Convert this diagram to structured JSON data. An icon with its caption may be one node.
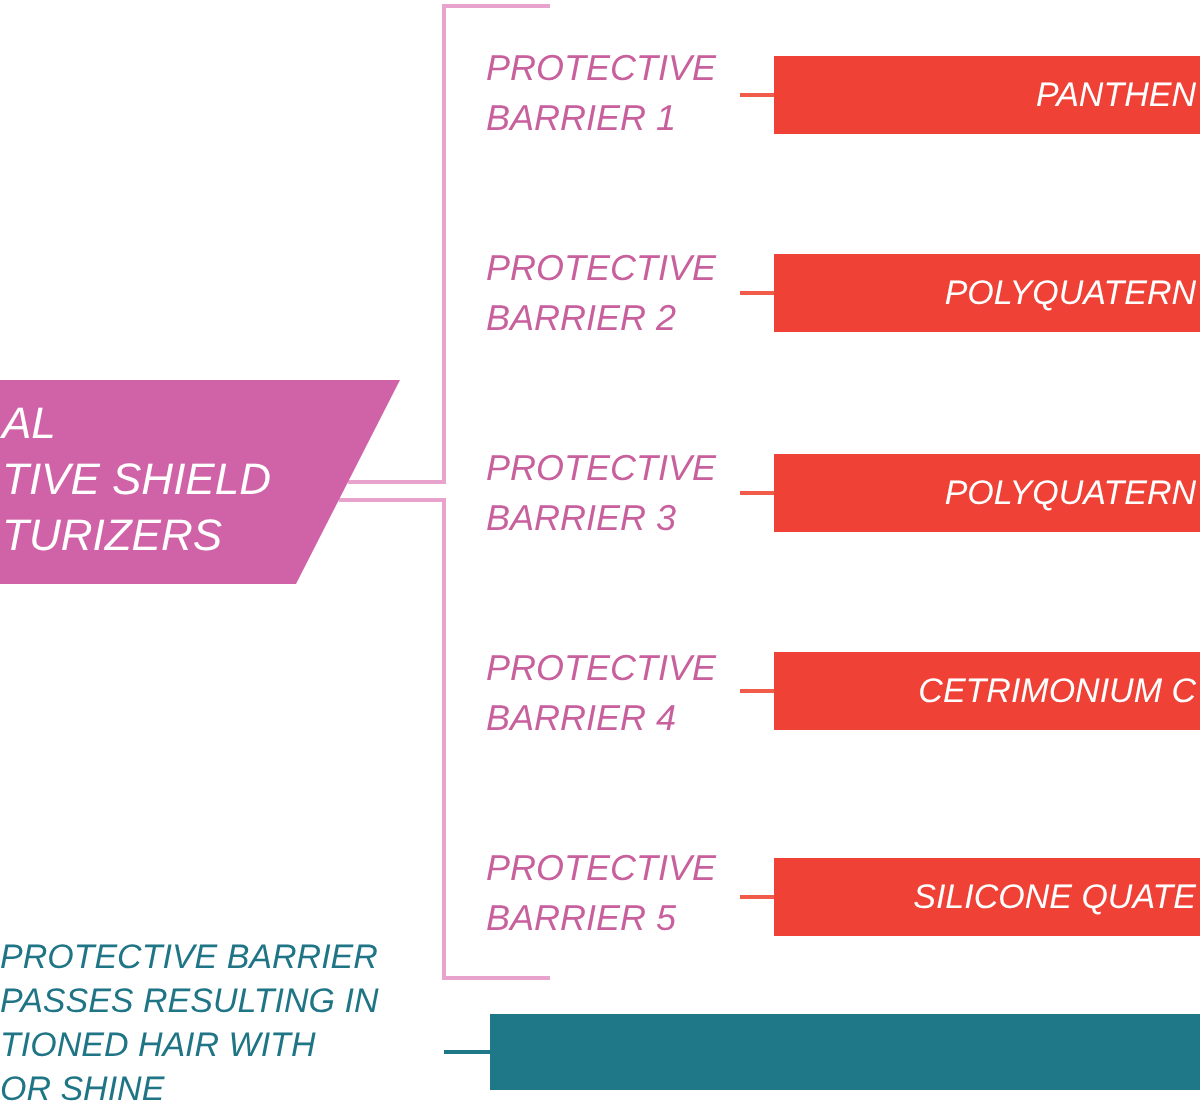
{
  "diagram": {
    "nodes": [
      {
        "text": [
          "AL",
          "TIVE SHIELD",
          "TURIZERS"
        ]
      },
      {
        "text": [
          "PROTECTIVE BARRIER 1"
        ]
      },
      {
        "text": [
          "PANTHEN"
        ]
      },
      {
        "text": [
          "PROTECTIVE BARRIER 2"
        ]
      },
      {
        "text": [
          "POLYQUATERN"
        ]
      },
      {
        "text": [
          "PROTECTIVE BARRIER 3"
        ]
      },
      {
        "text": [
          "POLYQUATERN"
        ]
      },
      {
        "text": [
          "PROTECTIVE BARRIER 4"
        ]
      },
      {
        "text": [
          "CETRIMONIUM C"
        ]
      },
      {
        "text": [
          "PROTECTIVE BARRIER 5"
        ]
      },
      {
        "text": [
          "SILICONE QUATE"
        ]
      },
      {
        "text": [
          "PROTECTIVE BARRIER",
          "PASSES RESULTING IN",
          "TIONED HAIR WITH",
          "OR SHINE"
        ]
      },
      {
        "text": [],
        "shape": "bar"
      }
    ],
    "edges": [
      {
        "from": 1,
        "to": 2,
        "arrow": "none"
      },
      {
        "from": 3,
        "to": 4,
        "arrow": "none"
      },
      {
        "from": 5,
        "to": 6,
        "arrow": "none"
      },
      {
        "from": 7,
        "to": 8,
        "arrow": "none"
      },
      {
        "from": 9,
        "to": 10,
        "arrow": "none"
      },
      {
        "from": 11,
        "to": 12,
        "arrow": "none",
        "color": "#1f7888"
      }
    ]
  }
}
